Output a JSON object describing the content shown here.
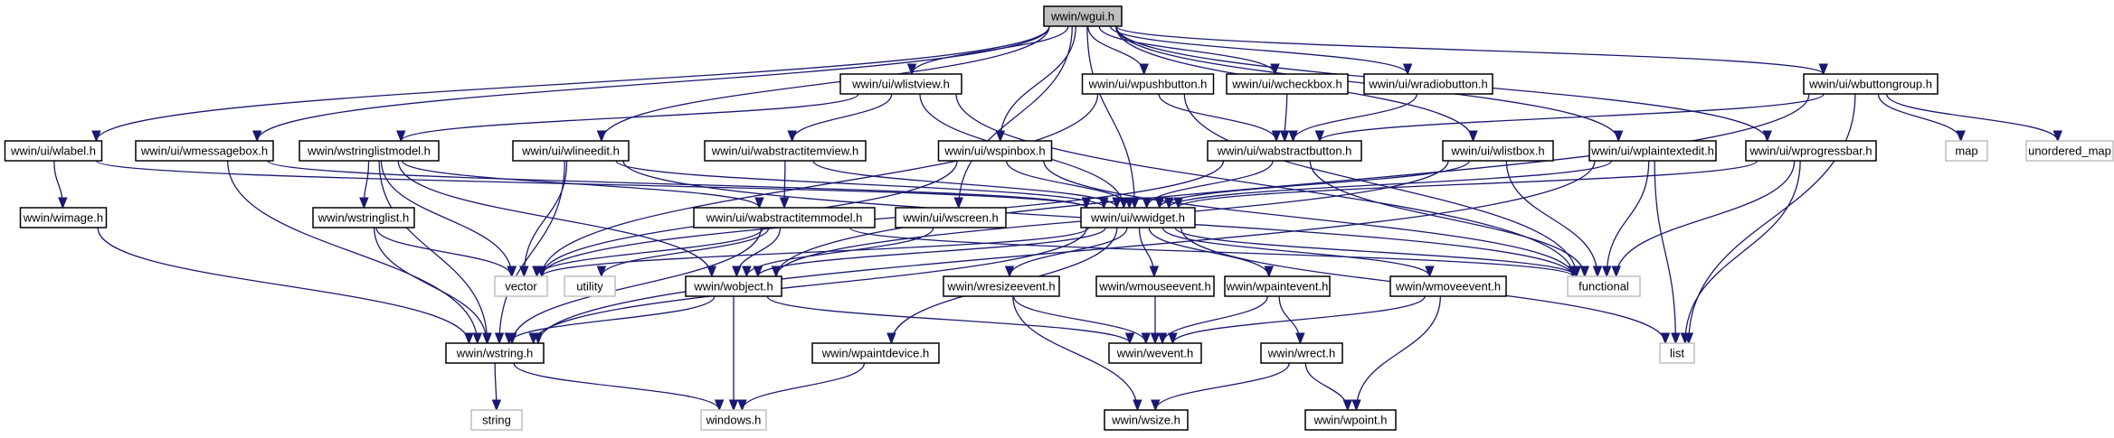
{
  "diagram": {
    "nodes": [
      {
        "id": "wgui",
        "label": "wwin/wgui.h",
        "kind": "root"
      },
      {
        "id": "wlabel",
        "label": "wwin/ui/wlabel.h",
        "kind": "file"
      },
      {
        "id": "wmessagebox",
        "label": "wwin/ui/wmessagebox.h",
        "kind": "file"
      },
      {
        "id": "wlistview",
        "label": "wwin/ui/wlistview.h",
        "kind": "file"
      },
      {
        "id": "wpushbutton",
        "label": "wwin/ui/wpushbutton.h",
        "kind": "file"
      },
      {
        "id": "wcheckbox",
        "label": "wwin/ui/wcheckbox.h",
        "kind": "file"
      },
      {
        "id": "wradiobutton",
        "label": "wwin/ui/wradiobutton.h",
        "kind": "file"
      },
      {
        "id": "wbuttongroup",
        "label": "wwin/ui/wbuttongroup.h",
        "kind": "file"
      },
      {
        "id": "wstringlistmodel",
        "label": "wwin/wstringlistmodel.h",
        "kind": "file"
      },
      {
        "id": "wlineedit",
        "label": "wwin/ui/wlineedit.h",
        "kind": "file"
      },
      {
        "id": "wabstractitemview",
        "label": "wwin/ui/wabstractitemview.h",
        "kind": "file"
      },
      {
        "id": "wspinbox",
        "label": "wwin/ui/wspinbox.h",
        "kind": "file"
      },
      {
        "id": "wabstractbutton",
        "label": "wwin/ui/wabstractbutton.h",
        "kind": "file"
      },
      {
        "id": "wlistbox",
        "label": "wwin/ui/wlistbox.h",
        "kind": "file"
      },
      {
        "id": "wplaintextedit",
        "label": "wwin/ui/wplaintextedit.h",
        "kind": "file"
      },
      {
        "id": "wprogressbar",
        "label": "wwin/ui/wprogressbar.h",
        "kind": "file"
      },
      {
        "id": "map",
        "label": "map",
        "kind": "external"
      },
      {
        "id": "unordered_map",
        "label": "unordered_map",
        "kind": "external"
      },
      {
        "id": "wimage",
        "label": "wwin/wimage.h",
        "kind": "file"
      },
      {
        "id": "wstringlist",
        "label": "wwin/wstringlist.h",
        "kind": "file"
      },
      {
        "id": "wabstractitemmodel",
        "label": "wwin/ui/wabstractitemmodel.h",
        "kind": "file"
      },
      {
        "id": "wscreen",
        "label": "wwin/ui/wscreen.h",
        "kind": "file"
      },
      {
        "id": "wwidget",
        "label": "wwin/ui/wwidget.h",
        "kind": "file"
      },
      {
        "id": "vector",
        "label": "vector",
        "kind": "external"
      },
      {
        "id": "utility",
        "label": "utility",
        "kind": "external"
      },
      {
        "id": "wobject",
        "label": "wwin/wobject.h",
        "kind": "file"
      },
      {
        "id": "wresizeevent",
        "label": "wwin/wresizeevent.h",
        "kind": "file"
      },
      {
        "id": "wmouseevent",
        "label": "wwin/wmouseevent.h",
        "kind": "file"
      },
      {
        "id": "wpaintevent",
        "label": "wwin/wpaintevent.h",
        "kind": "file"
      },
      {
        "id": "wmoveevent",
        "label": "wwin/wmoveevent.h",
        "kind": "file"
      },
      {
        "id": "functional",
        "label": "functional",
        "kind": "external"
      },
      {
        "id": "wstring",
        "label": "wwin/wstring.h",
        "kind": "file"
      },
      {
        "id": "wevent",
        "label": "wwin/wevent.h",
        "kind": "file"
      },
      {
        "id": "list",
        "label": "list",
        "kind": "external"
      },
      {
        "id": "wpaintdevice",
        "label": "wwin/wpaintdevice.h",
        "kind": "file"
      },
      {
        "id": "wrect",
        "label": "wwin/wrect.h",
        "kind": "file"
      },
      {
        "id": "string",
        "label": "string",
        "kind": "external"
      },
      {
        "id": "windows",
        "label": "windows.h",
        "kind": "external"
      },
      {
        "id": "wsize",
        "label": "wwin/wsize.h",
        "kind": "file"
      },
      {
        "id": "wpoint",
        "label": "wwin/wpoint.h",
        "kind": "file"
      }
    ],
    "edges": [
      [
        "wgui",
        "wlabel"
      ],
      [
        "wgui",
        "wmessagebox"
      ],
      [
        "wgui",
        "wlistview"
      ],
      [
        "wgui",
        "wpushbutton"
      ],
      [
        "wgui",
        "wcheckbox"
      ],
      [
        "wgui",
        "wradiobutton"
      ],
      [
        "wgui",
        "wbuttongroup"
      ],
      [
        "wgui",
        "wlineedit"
      ],
      [
        "wgui",
        "wspinbox"
      ],
      [
        "wgui",
        "wlistbox"
      ],
      [
        "wgui",
        "wplaintextedit"
      ],
      [
        "wgui",
        "wprogressbar"
      ],
      [
        "wgui",
        "wwidget"
      ],
      [
        "wgui",
        "wscreen"
      ],
      [
        "wlabel",
        "wimage"
      ],
      [
        "wlabel",
        "wwidget"
      ],
      [
        "wimage",
        "wstring"
      ],
      [
        "wmessagebox",
        "wwidget"
      ],
      [
        "wmessagebox",
        "wstring"
      ],
      [
        "wlistview",
        "wstringlistmodel"
      ],
      [
        "wlistview",
        "wabstractitemview"
      ],
      [
        "wlistview",
        "wwidget"
      ],
      [
        "wlistview",
        "functional"
      ],
      [
        "wpushbutton",
        "wabstractbutton"
      ],
      [
        "wpushbutton",
        "vector"
      ],
      [
        "wpushbutton",
        "functional"
      ],
      [
        "wcheckbox",
        "wabstractbutton"
      ],
      [
        "wradiobutton",
        "wabstractbutton"
      ],
      [
        "wbuttongroup",
        "wabstractbutton"
      ],
      [
        "wbuttongroup",
        "map"
      ],
      [
        "wbuttongroup",
        "unordered_map"
      ],
      [
        "wbuttongroup",
        "list"
      ],
      [
        "wbuttongroup",
        "wobject"
      ],
      [
        "wstringlistmodel",
        "wstringlist"
      ],
      [
        "wstringlistmodel",
        "wabstractitemmodel"
      ],
      [
        "wstringlistmodel",
        "vector"
      ],
      [
        "wstringlistmodel",
        "wobject"
      ],
      [
        "wstringlistmodel",
        "wstring"
      ],
      [
        "wstringlist",
        "vector"
      ],
      [
        "wstringlist",
        "wstring"
      ],
      [
        "wlineedit",
        "wwidget"
      ],
      [
        "wlineedit",
        "vector"
      ],
      [
        "wlineedit",
        "wstring"
      ],
      [
        "wlineedit",
        "functional"
      ],
      [
        "wabstractitemview",
        "wabstractitemmodel"
      ],
      [
        "wabstractitemview",
        "wwidget"
      ],
      [
        "wspinbox",
        "wwidget"
      ],
      [
        "wspinbox",
        "vector"
      ],
      [
        "wspinbox",
        "functional"
      ],
      [
        "wabstractbutton",
        "wwidget"
      ],
      [
        "wabstractbutton",
        "functional"
      ],
      [
        "wabstractbutton",
        "vector"
      ],
      [
        "wlistbox",
        "wwidget"
      ],
      [
        "wlistbox",
        "functional"
      ],
      [
        "wlistbox",
        "wobject"
      ],
      [
        "wplaintextedit",
        "wwidget"
      ],
      [
        "wplaintextedit",
        "functional"
      ],
      [
        "wplaintextedit",
        "list"
      ],
      [
        "wplaintextedit",
        "wstring"
      ],
      [
        "wprogressbar",
        "wwidget"
      ],
      [
        "wprogressbar",
        "functional"
      ],
      [
        "wprogressbar",
        "list"
      ],
      [
        "wabstractitemmodel",
        "vector"
      ],
      [
        "wabstractitemmodel",
        "utility"
      ],
      [
        "wabstractitemmodel",
        "wobject"
      ],
      [
        "wabstractitemmodel",
        "wstring"
      ],
      [
        "wabstractitemmodel",
        "functional"
      ],
      [
        "wscreen",
        "wobject"
      ],
      [
        "wwidget",
        "vector"
      ],
      [
        "wwidget",
        "wobject"
      ],
      [
        "wwidget",
        "wresizeevent"
      ],
      [
        "wwidget",
        "wmouseevent"
      ],
      [
        "wwidget",
        "wpaintevent"
      ],
      [
        "wwidget",
        "wmoveevent"
      ],
      [
        "wwidget",
        "wpaintdevice"
      ],
      [
        "wwidget",
        "functional"
      ],
      [
        "wwidget",
        "list"
      ],
      [
        "wwidget",
        "wstring"
      ],
      [
        "wobject",
        "wstring"
      ],
      [
        "wobject",
        "wevent"
      ],
      [
        "wobject",
        "windows"
      ],
      [
        "wresizeevent",
        "wevent"
      ],
      [
        "wresizeevent",
        "wsize"
      ],
      [
        "wmouseevent",
        "wevent"
      ],
      [
        "wpaintevent",
        "wevent"
      ],
      [
        "wpaintevent",
        "wrect"
      ],
      [
        "wmoveevent",
        "wevent"
      ],
      [
        "wmoveevent",
        "wpoint"
      ],
      [
        "wpaintdevice",
        "windows"
      ],
      [
        "wrect",
        "wsize"
      ],
      [
        "wrect",
        "wpoint"
      ],
      [
        "wstring",
        "string"
      ],
      [
        "wstring",
        "windows"
      ]
    ],
    "colors": {
      "edge": "#191970",
      "root_fill": "#bfbfbf",
      "external_border": "#bfbfbf",
      "border": "#000000"
    }
  }
}
